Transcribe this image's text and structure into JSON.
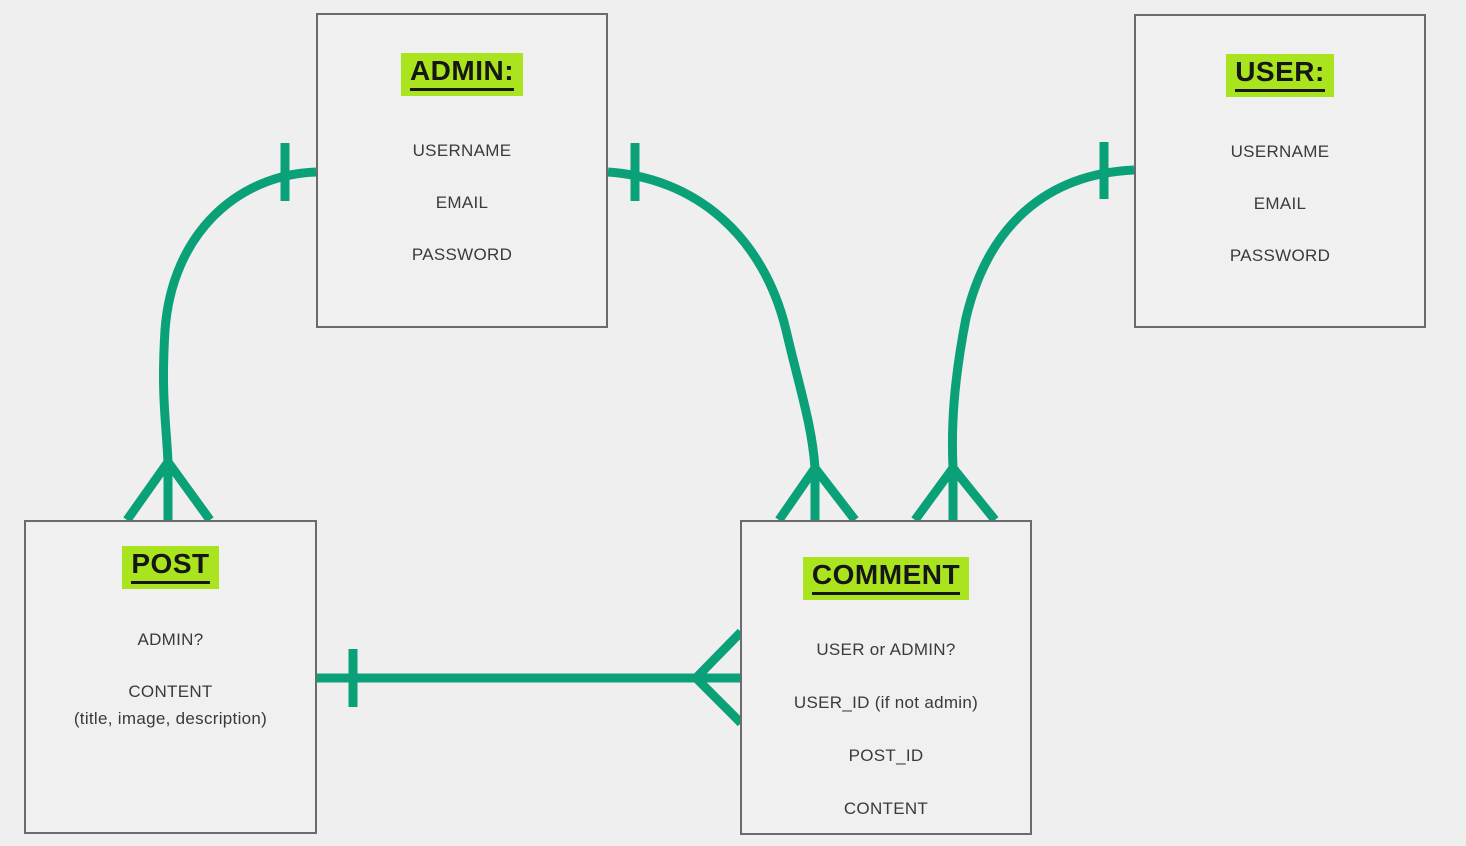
{
  "canvas": {
    "background_color": "#efefef",
    "accent_line_color": "#0aa078",
    "title_highlight_color": "#a9e41e",
    "box_border_color": "#6b6b6b"
  },
  "entities": [
    {
      "id": "admin",
      "title": "ADMIN:",
      "fields": [
        "USERNAME",
        "EMAIL",
        "PASSWORD"
      ]
    },
    {
      "id": "user",
      "title": "USER:",
      "fields": [
        "USERNAME",
        "EMAIL",
        "PASSWORD"
      ]
    },
    {
      "id": "post",
      "title": "POST",
      "fields": [
        "ADMIN?",
        "CONTENT",
        "(title, image, description)"
      ]
    },
    {
      "id": "comment",
      "title": "COMMENT",
      "fields": [
        "USER or ADMIN?",
        "USER_ID (if not admin)",
        "POST_ID",
        "CONTENT"
      ]
    }
  ],
  "relationships": [
    {
      "from": "ADMIN",
      "to": "POST",
      "from_cardinality": "one",
      "to_cardinality": "many"
    },
    {
      "from": "ADMIN",
      "to": "COMMENT",
      "from_cardinality": "one",
      "to_cardinality": "many"
    },
    {
      "from": "USER",
      "to": "COMMENT",
      "from_cardinality": "one",
      "to_cardinality": "many"
    },
    {
      "from": "POST",
      "to": "COMMENT",
      "from_cardinality": "one",
      "to_cardinality": "many"
    }
  ]
}
